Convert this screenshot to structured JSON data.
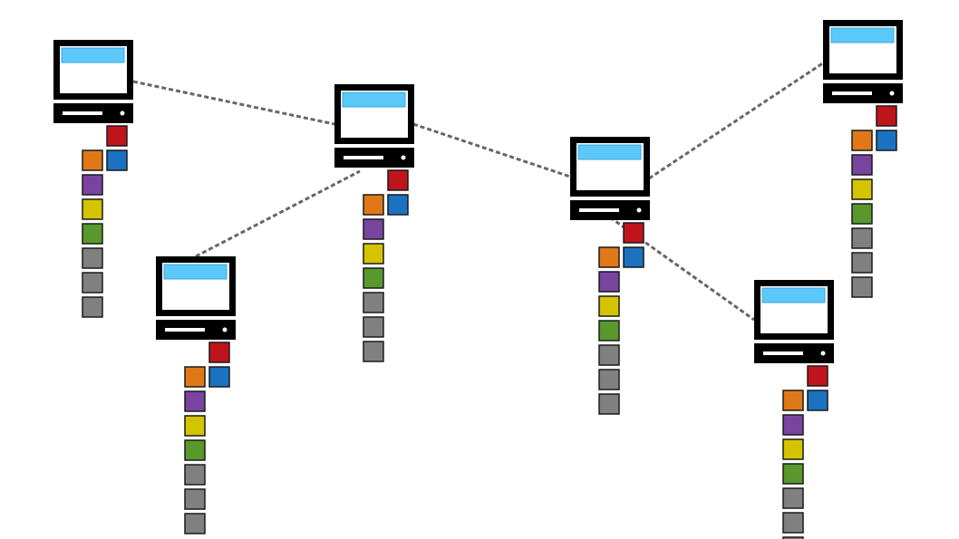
{
  "colors": {
    "background": "#ffffff",
    "computer_body": "#000000",
    "screen": "#ffffff",
    "screen_bar": "#5bc8fa",
    "link": "#666666",
    "block_border": "#1a1a1a"
  },
  "block_palette": {
    "red": "#c0141c",
    "blue": "#1a72c0",
    "orange": "#e07818",
    "purple": "#7844a0",
    "yellow": "#d4c400",
    "green": "#58982c",
    "gray": "#808080"
  },
  "block_stack": [
    "red",
    "blue",
    "orange",
    "purple",
    "yellow",
    "green",
    "gray",
    "gray",
    "gray"
  ],
  "nodes": [
    {
      "id": "node-1",
      "icon": "computer-icon"
    },
    {
      "id": "node-2",
      "icon": "computer-icon"
    },
    {
      "id": "node-3",
      "icon": "computer-icon"
    },
    {
      "id": "node-4",
      "icon": "computer-icon"
    },
    {
      "id": "node-5",
      "icon": "computer-icon"
    },
    {
      "id": "node-6",
      "icon": "computer-icon"
    }
  ],
  "links": [
    {
      "from": "node-1",
      "to": "node-3"
    },
    {
      "from": "node-3",
      "to": "node-4"
    },
    {
      "from": "node-4",
      "to": "node-6"
    },
    {
      "from": "node-2",
      "to": "node-3"
    },
    {
      "from": "node-4",
      "to": "node-5"
    }
  ]
}
